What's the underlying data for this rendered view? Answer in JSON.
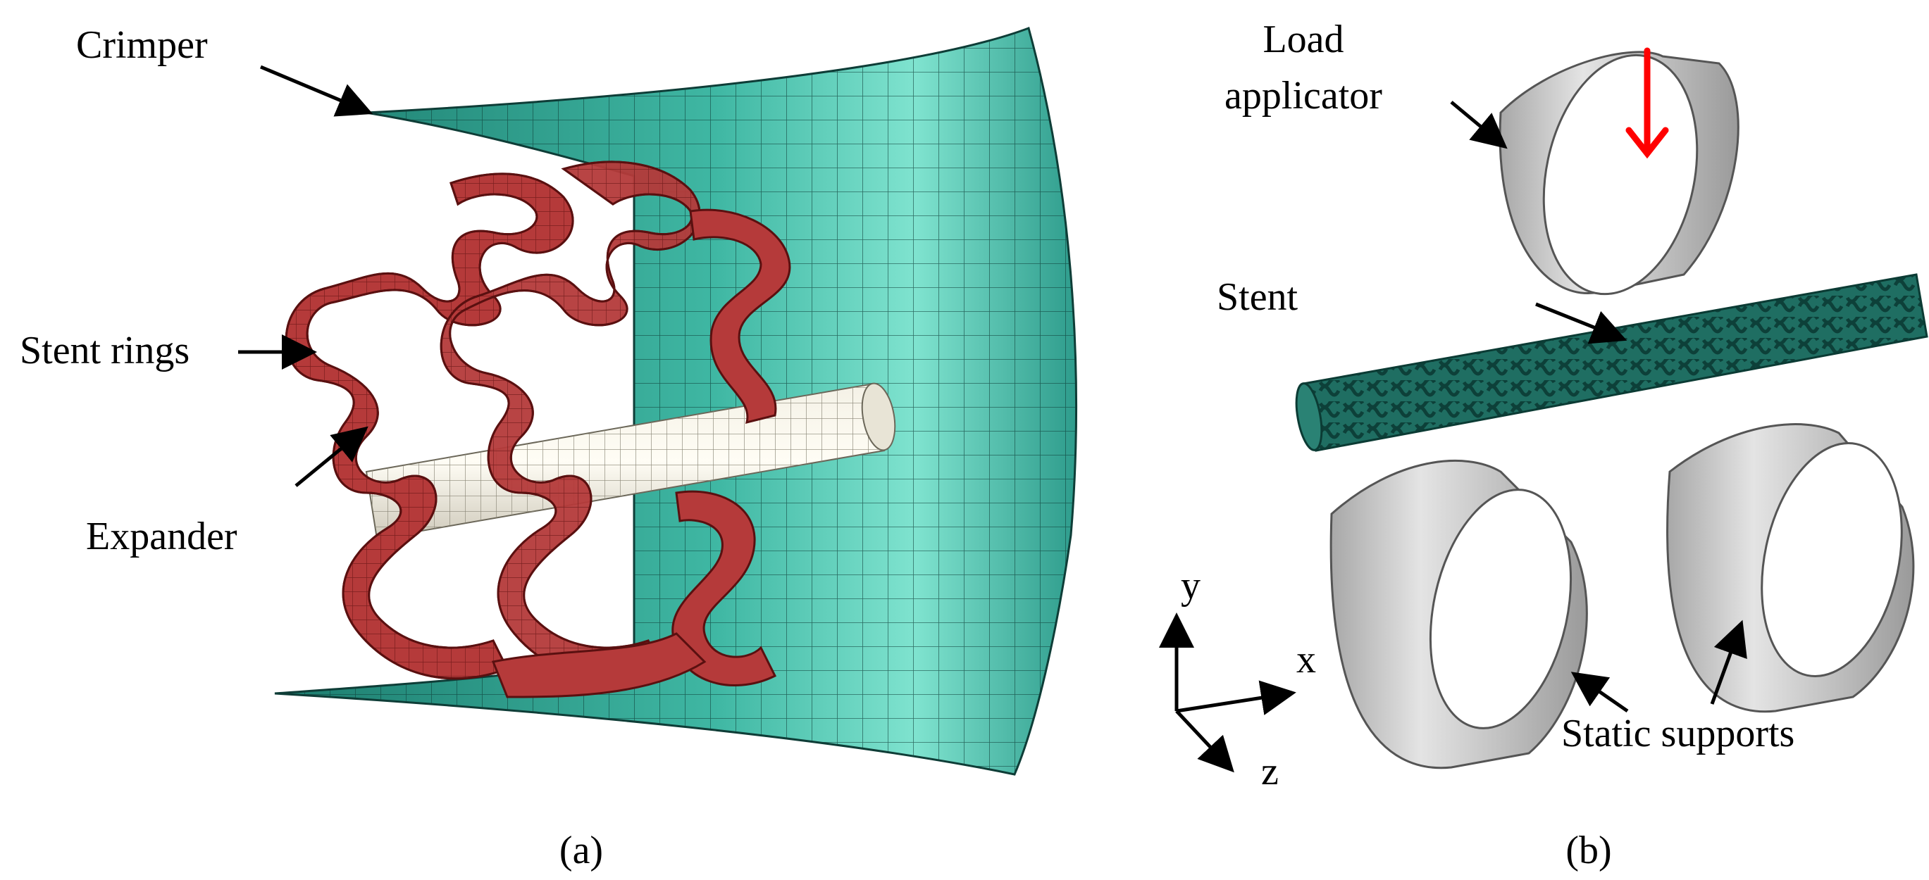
{
  "panel_a": {
    "caption": "(a)",
    "labels": {
      "crimper": "Crimper",
      "stent_rings": "Stent rings",
      "expander": "Expander"
    }
  },
  "panel_b": {
    "caption": "(b)",
    "labels": {
      "load_applicator_line1": "Load",
      "load_applicator_line2": "applicator",
      "stent": "Stent",
      "static_supports": "Static supports"
    },
    "axes": {
      "x": "x",
      "y": "y",
      "z": "z"
    }
  },
  "colors": {
    "crimper": "#2e9c8c",
    "stent_rings": "#b53a3a",
    "expander": "#ece8dc",
    "stent_b": "#1f6e62",
    "rollers": "#c9c9c9",
    "load_arrow": "#ff0000"
  }
}
